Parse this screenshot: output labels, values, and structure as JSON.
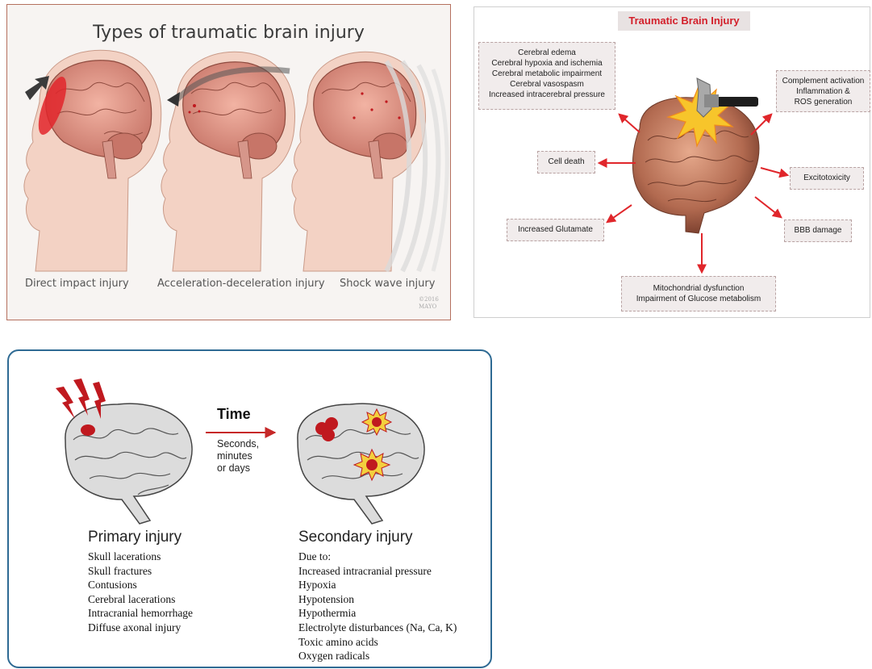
{
  "panel1": {
    "title": "Types of traumatic brain injury",
    "captions": [
      "Direct impact injury",
      "Acceleration-deceleration injury",
      "Shock wave injury"
    ],
    "copyright_line1": "©2016",
    "copyright_line2": "MAYO"
  },
  "panel2": {
    "title": "Traumatic Brain Injury",
    "boxes": {
      "top_left": [
        "Cerebral edema",
        "Cerebral hypoxia and ischemia",
        "Cerebral metabolic impairment",
        "Cerebral vasospasm",
        "Increased intracerebral pressure"
      ],
      "top_right": [
        "Complement activation",
        "Inflammation &",
        "ROS generation"
      ],
      "cell_death": "Cell death",
      "excitotoxicity": "Excitotoxicity",
      "glutamate": "Increased Glutamate",
      "bbb": "BBB damage",
      "bottom": [
        "Mitochondrial dysfunction",
        "Impairment of Glucose metabolism"
      ]
    },
    "colors": {
      "title": "#d3202b",
      "arrow": "#e0262b"
    }
  },
  "panel3": {
    "time_label": "Time",
    "time_sub": [
      "Seconds,",
      "minutes",
      "or days"
    ],
    "primary": {
      "title": "Primary injury",
      "items": [
        "Skull lacerations",
        "Skull fractures",
        "Contusions",
        "Cerebral lacerations",
        "Intracranial hemorrhage",
        "Diffuse axonal injury"
      ]
    },
    "secondary": {
      "title": "Secondary injury",
      "items": [
        "Due to:",
        "Increased intracranial pressure",
        "Hypoxia",
        "Hypotension",
        "Hypothermia",
        "Electrolyte disturbances (Na, Ca, K)",
        "Toxic amino acids",
        "Oxygen radicals"
      ]
    },
    "colors": {
      "border": "#2e6a93",
      "arrow": "#c62828",
      "lesion": "#c0191f"
    }
  }
}
